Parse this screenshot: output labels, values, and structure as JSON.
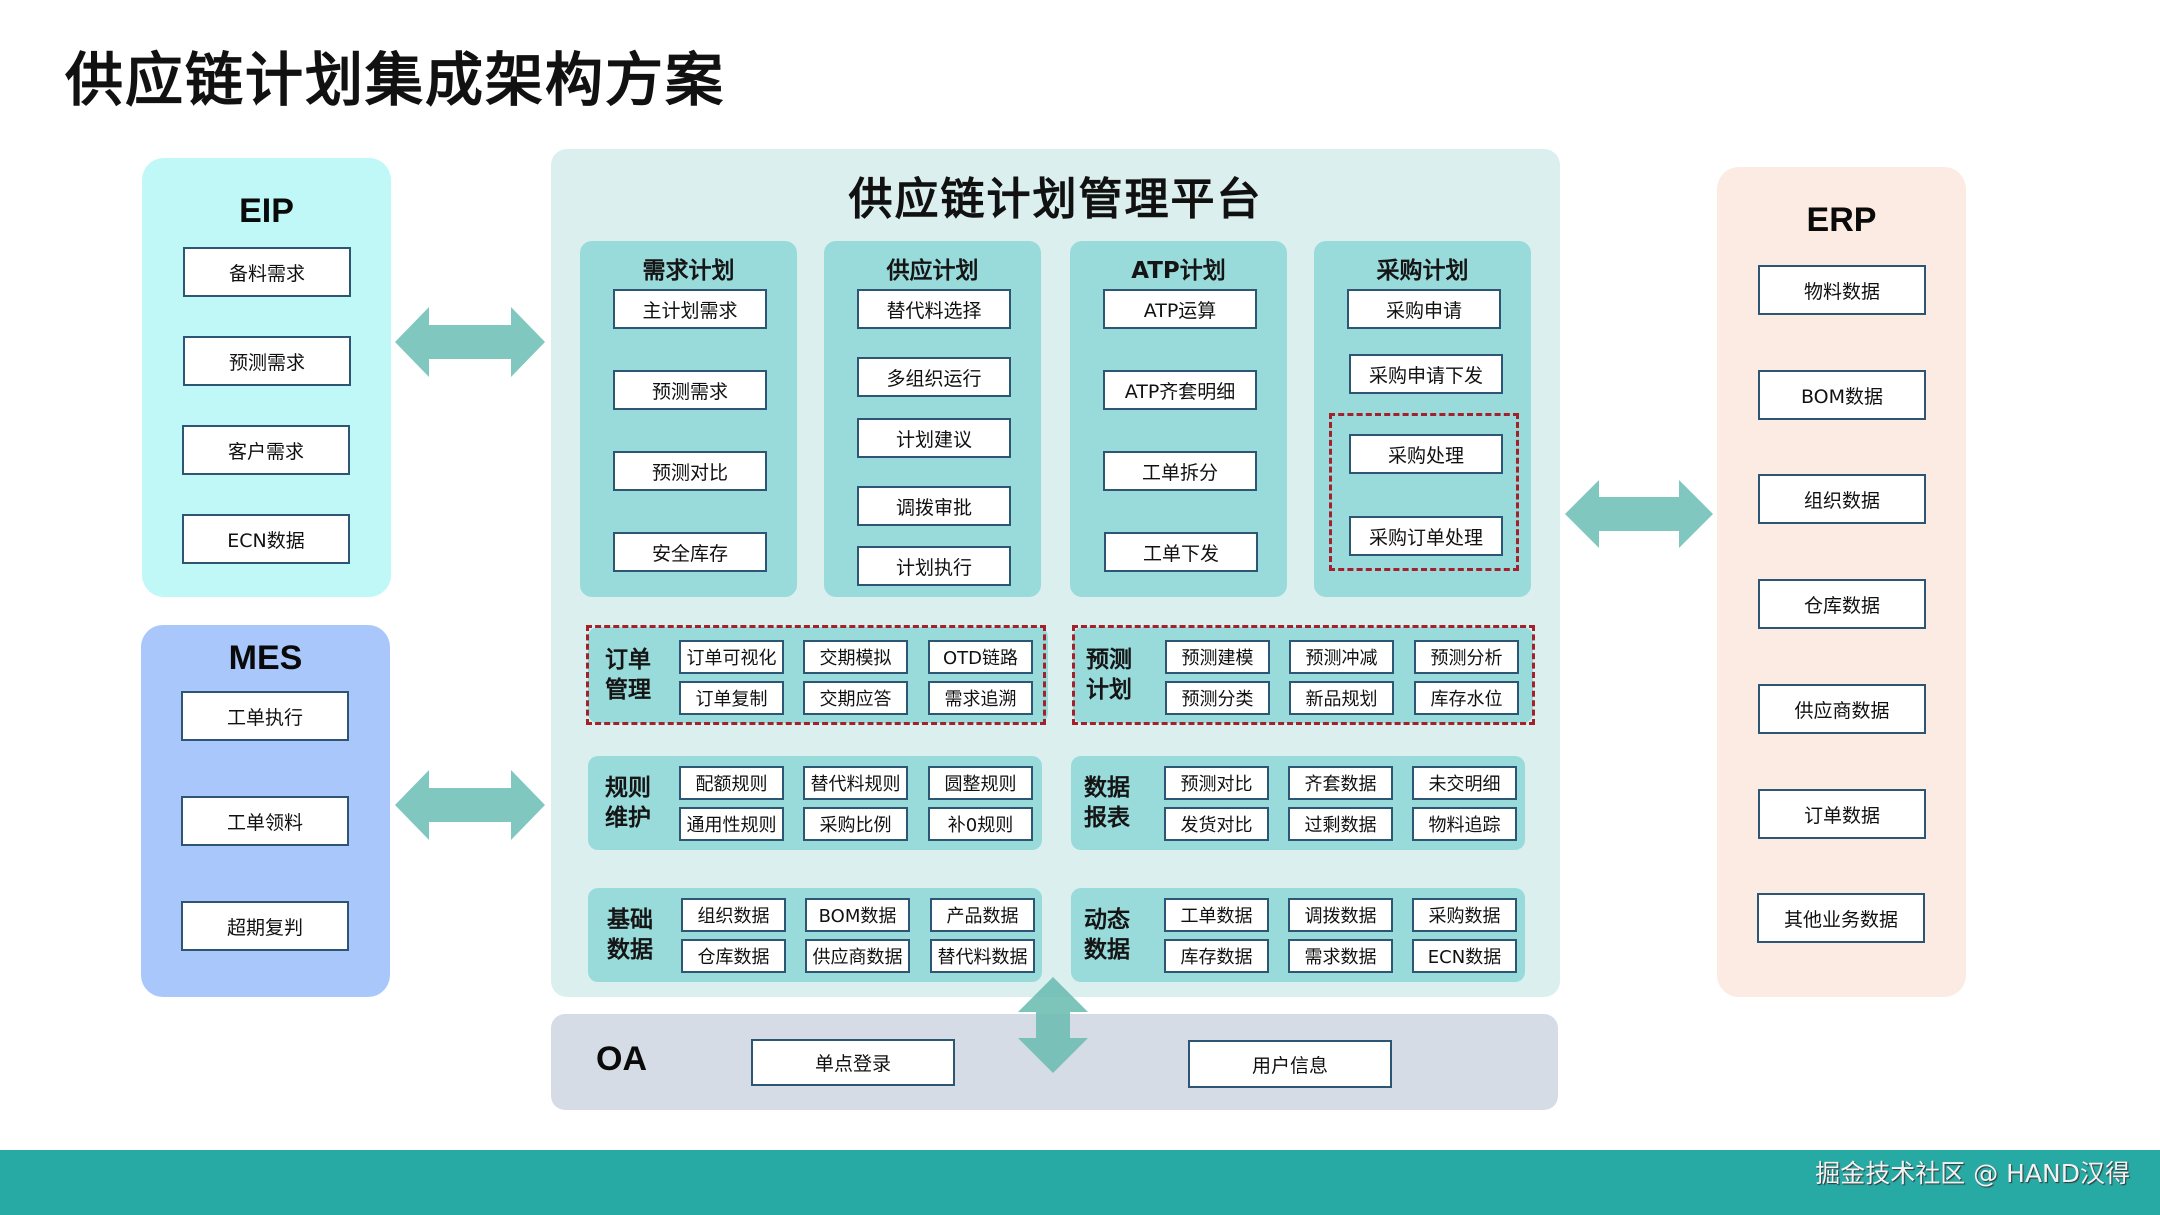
{
  "page": {
    "title": "供应链计划集成架构方案",
    "watermark": "掘金技术社区 @ HAND汉得"
  },
  "colors": {
    "eip_bg": "#bff8f6",
    "mes_bg": "#aac7fc",
    "erp_bg": "#fcebe3",
    "platform_bg": "#dbefee",
    "module_bg": "#99dadb",
    "oa_bg": "#d5dce6",
    "arrow": "#80c8bf",
    "highlight_dash": "#a3212b",
    "footer_bg": "#27a9a4"
  },
  "eip": {
    "title": "EIP",
    "items": [
      "备料需求",
      "预测需求",
      "客户需求",
      "ECN数据"
    ]
  },
  "mes": {
    "title": "MES",
    "items": [
      "工单执行",
      "工单领料",
      "超期复判"
    ]
  },
  "erp": {
    "title": "ERP",
    "items": [
      "物料数据",
      "BOM数据",
      "组织数据",
      "仓库数据",
      "供应商数据",
      "订单数据",
      "其他业务数据"
    ]
  },
  "platform": {
    "title": "供应链计划管理平台",
    "columns": [
      {
        "title": "需求计划",
        "items": [
          "主计划需求",
          "预测需求",
          "预测对比",
          "安全库存"
        ]
      },
      {
        "title": "供应计划",
        "items": [
          "替代料选择",
          "多组织运行",
          "计划建议",
          "调拨审批",
          "计划执行"
        ]
      },
      {
        "title": "ATP计划",
        "items": [
          "ATP运算",
          "ATP齐套明细",
          "工单拆分",
          "工单下发"
        ]
      },
      {
        "title": "采购计划",
        "items": [
          "采购申请",
          "采购申请下发",
          "采购处理",
          "采购订单处理"
        ]
      }
    ],
    "rows": [
      {
        "label": [
          "订单",
          "管理"
        ],
        "items": [
          "订单可视化",
          "交期模拟",
          "OTD链路",
          "订单复制",
          "交期应答",
          "需求追溯"
        ],
        "highlighted": true
      },
      {
        "label": [
          "预测",
          "计划"
        ],
        "items": [
          "预测建模",
          "预测冲减",
          "预测分析",
          "预测分类",
          "新品规划",
          "库存水位"
        ],
        "highlighted": true
      },
      {
        "label": [
          "规则",
          "维护"
        ],
        "items": [
          "配额规则",
          "替代料规则",
          "圆整规则",
          "通用性规则",
          "采购比例",
          "补0规则"
        ],
        "highlighted": false
      },
      {
        "label": [
          "数据",
          "报表"
        ],
        "items": [
          "预测对比",
          "齐套数据",
          "未交明细",
          "发货对比",
          "过剩数据",
          "物料追踪"
        ],
        "highlighted": false
      },
      {
        "label": [
          "基础",
          "数据"
        ],
        "items": [
          "组织数据",
          "BOM数据",
          "产品数据",
          "仓库数据",
          "供应商数据",
          "替代料数据"
        ],
        "highlighted": false
      },
      {
        "label": [
          "动态",
          "数据"
        ],
        "items": [
          "工单数据",
          "调拨数据",
          "采购数据",
          "库存数据",
          "需求数据",
          "ECN数据"
        ],
        "highlighted": false
      }
    ]
  },
  "oa": {
    "title": "OA",
    "items": [
      "单点登录",
      "用户信息"
    ]
  },
  "connectors": [
    {
      "name": "eip-platform",
      "direction": "bidirectional-horizontal"
    },
    {
      "name": "mes-platform",
      "direction": "bidirectional-horizontal"
    },
    {
      "name": "platform-erp",
      "direction": "bidirectional-horizontal"
    },
    {
      "name": "platform-oa",
      "direction": "bidirectional-vertical"
    }
  ]
}
